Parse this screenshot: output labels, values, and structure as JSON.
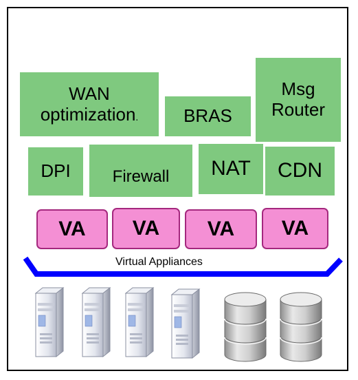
{
  "functions": {
    "wan_line1": "WAN",
    "wan_line2": "optimization",
    "wan_suffix": ".",
    "bras": "BRAS",
    "msg_line1": "Msg",
    "msg_line2": "Router",
    "dpi": "DPI",
    "firewall": "Firewall",
    "nat": "NAT",
    "cdn": "CDN"
  },
  "appliances": [
    "VA",
    "VA",
    "VA",
    "VA"
  ],
  "caption": "Virtual Appliances",
  "hardware": {
    "servers": 4,
    "storage": 2,
    "server_icon": "server-icon",
    "storage_icon": "database-icon"
  },
  "colors": {
    "function_box": "#7fc97f",
    "appliance_fill": "#f48fd4",
    "appliance_border": "#a4287e",
    "bracket": "#0000ff"
  }
}
